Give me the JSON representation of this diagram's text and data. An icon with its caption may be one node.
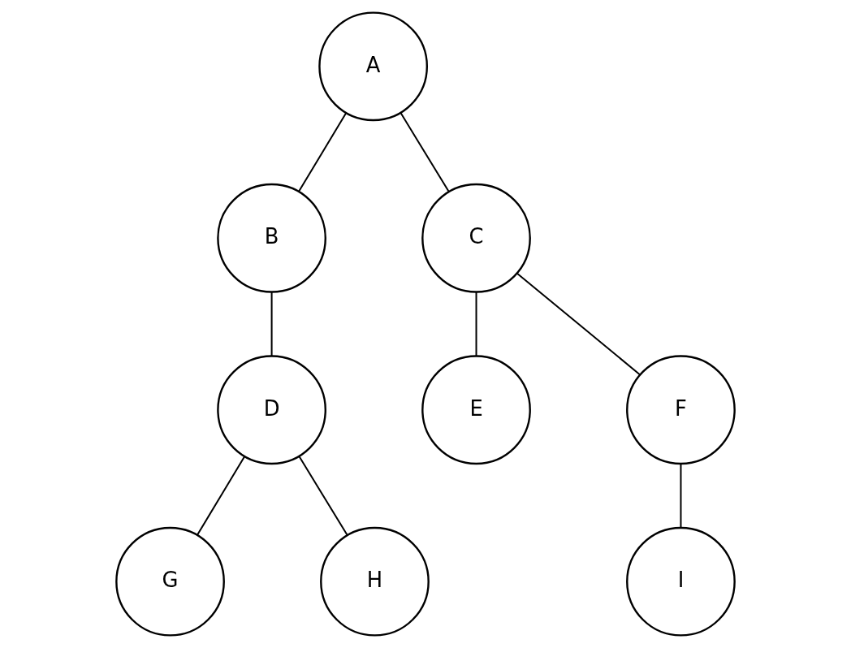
{
  "diagram": {
    "nodes": [
      {
        "text": [
          "A"
        ]
      },
      {
        "text": [
          "B"
        ]
      },
      {
        "text": [
          "C"
        ]
      },
      {
        "text": [
          "D"
        ]
      },
      {
        "text": [
          "E"
        ]
      },
      {
        "text": [
          "F"
        ]
      },
      {
        "text": [
          "G"
        ]
      },
      {
        "text": [
          "H"
        ]
      },
      {
        "text": [
          "I"
        ]
      }
    ],
    "edges": [
      {
        "from": 0,
        "to": 1,
        "arrow": "none"
      },
      {
        "from": 0,
        "to": 2,
        "arrow": "none"
      },
      {
        "from": 1,
        "to": 3,
        "arrow": "none"
      },
      {
        "from": 2,
        "to": 4,
        "arrow": "none"
      },
      {
        "from": 2,
        "to": 5,
        "arrow": "none"
      },
      {
        "from": 3,
        "to": 6,
        "arrow": "none"
      },
      {
        "from": 3,
        "to": 7,
        "arrow": "none"
      },
      {
        "from": 5,
        "to": 8,
        "arrow": "none"
      }
    ]
  }
}
